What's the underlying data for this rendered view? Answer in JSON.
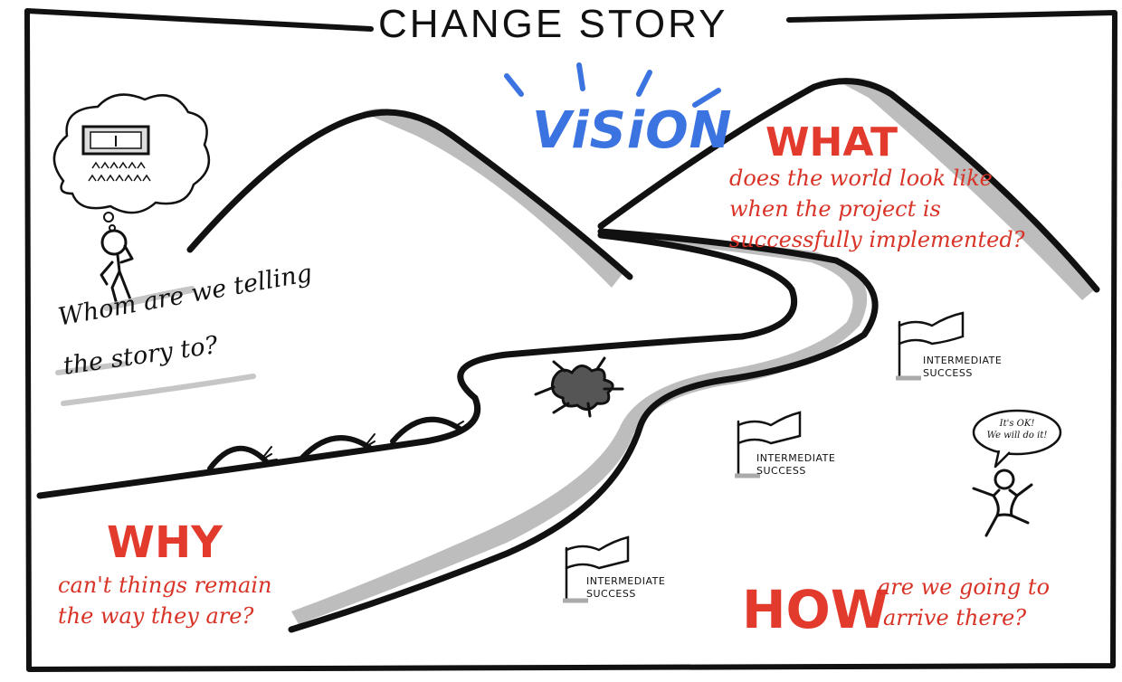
{
  "title": "CHANGE STORY",
  "vision": "ViSiON",
  "what": {
    "heading": "WHAT",
    "lines": [
      "does the world look like",
      "when the project is",
      "successfully implemented?"
    ]
  },
  "whom": {
    "lines": [
      "Whom are we telling",
      "the story to?"
    ]
  },
  "why": {
    "heading": "WHY",
    "lines": [
      "can't things remain",
      "the way they are?"
    ]
  },
  "how": {
    "heading": "HOW",
    "lines": [
      "are we going to",
      "arrive there?"
    ]
  },
  "milestones": [
    {
      "line1": "INTERMEDIATE",
      "line2": "SUCCESS"
    },
    {
      "line1": "INTERMEDIATE",
      "line2": "SUCCESS"
    },
    {
      "line1": "INTERMEDIATE",
      "line2": "SUCCESS"
    }
  ],
  "speech_bubble": {
    "line1": "It's OK!",
    "line2": "We will do it!"
  },
  "colors": {
    "ink": "#111111",
    "red": "#e23a2c",
    "blue": "#3b73e0",
    "shadow": "#bdbdbd"
  }
}
